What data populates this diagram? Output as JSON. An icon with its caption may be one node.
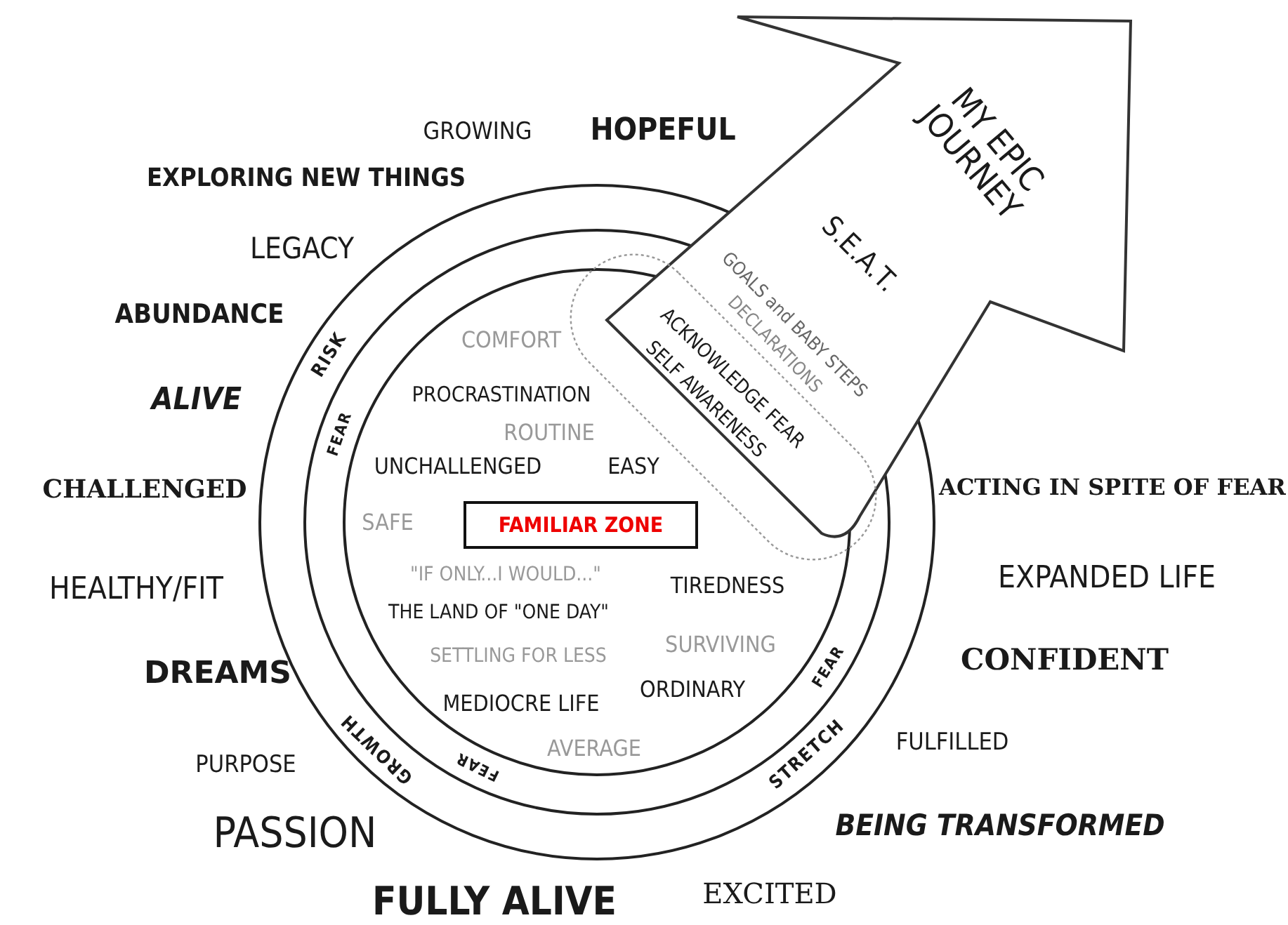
{
  "diagram": {
    "nodes": [
      {
        "text": [
          "FAMILIAR ZONE"
        ]
      }
    ],
    "labels": [
      "MY EPIC JOURNEY",
      "GROWING",
      "HOPEFUL",
      "EXPLORING NEW THINGS",
      "LEGACY",
      "S.E.A.T.",
      "GOALS and BABY STEPS",
      "ABUNDANCE",
      "COMFORT",
      "DECLARATIONS",
      "RISK",
      "ACKNOWLEDGE FEAR",
      "SELF AWARENESS",
      "PROCRASTINATION",
      "ALIVE",
      "FEAR",
      "ROUTINE",
      "UNCHALLENGED",
      "EASY",
      "CHALLENGED",
      "ACTING IN SPITE OF FEAR",
      "SAFE",
      "\"IF ONLY...I WOULD...\"",
      "TIREDNESS",
      "EXPANDED LIFE",
      "HEALTHY/FIT",
      "THE LAND OF \"ONE DAY\"",
      "SURVIVING",
      "SETTLING FOR LESS",
      "CONFIDENT",
      "FEAR",
      "DREAMS",
      "ORDINARY",
      "MEDIOCRE LIFE",
      "FULFILLED",
      "STRETCH",
      "AVERAGE",
      "GROWTH",
      "FEAR",
      "PURPOSE",
      "BEING TRANSFORMED",
      "PASSION",
      "FULLY ALIVE",
      "EXCITED"
    ]
  }
}
